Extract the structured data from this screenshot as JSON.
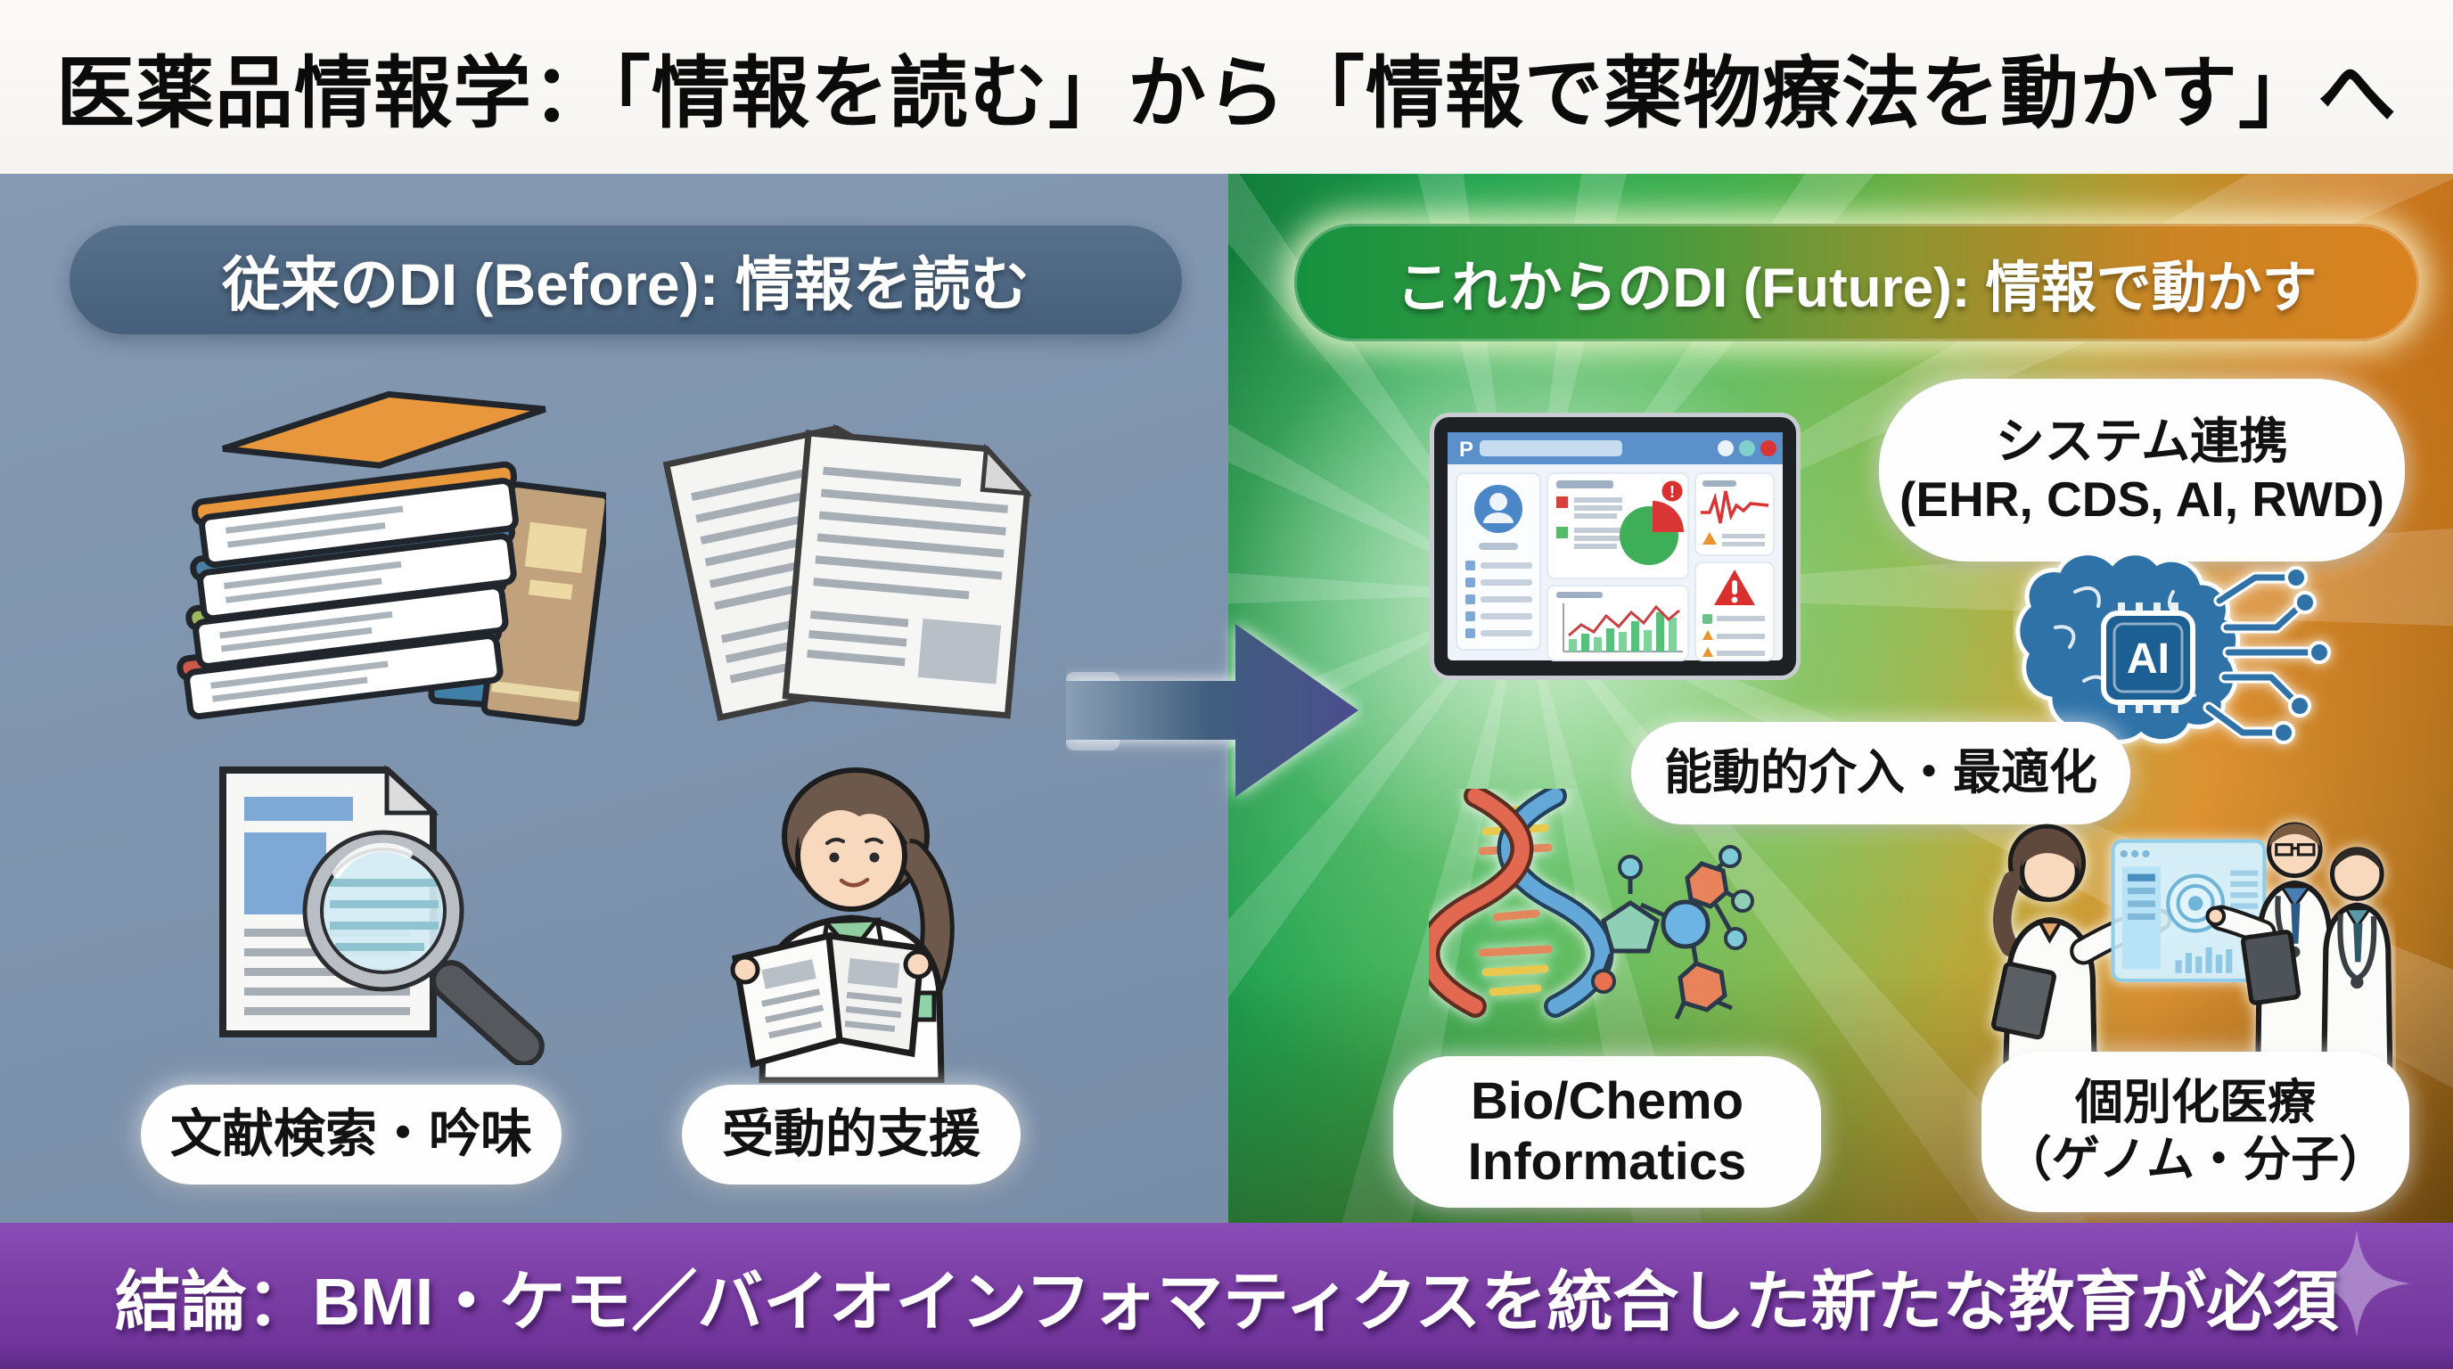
{
  "title_banner": {
    "title": "医薬品情報学：「情報を読む」から「情報で薬物療法を動かす」へ"
  },
  "left_panel": {
    "header": "従来のDI (Before): 情報を読む",
    "caption_literature": "文献検索・吟味",
    "caption_passive": "受動的支援",
    "icons": [
      "books-icon",
      "documents-icon",
      "literature-search-icon",
      "reading-pharmacist-icon"
    ]
  },
  "right_panel": {
    "header": "これからのDI (Future): 情報で動かす",
    "system_label_line1": "システム連携",
    "system_label_line2": "(EHR, CDS, AI, RWD)",
    "tablet_logo": "P",
    "ai_chip_label": "AI",
    "intervention_label": "能動的介入・最適化",
    "bioinformatics_line1": "Bio/Chemo",
    "bioinformatics_line2": "Informatics",
    "personalized_line1": "個別化医療",
    "personalized_line2": "（ゲノム・分子）",
    "icons": [
      "dashboard-tablet-icon",
      "ai-brain-circuit-icon",
      "dna-molecule-icon",
      "doctors-hologram-icon"
    ]
  },
  "footer_banner": {
    "conclusion": "結論：BMI・ケモ／バイオインフォマティクスを統合した新たな教育が必須",
    "icons": [
      "sparkle-icon"
    ]
  },
  "colors": {
    "title_bg": "#f8f6f3",
    "title_text": "#0b0b0b",
    "left_panel_bg": "#7e93ad",
    "left_header_bg": "#4d6681",
    "future_green": "#1fa24e",
    "future_orange": "#dd9232",
    "pill_bg": "#ffffff",
    "pill_text": "#121212",
    "arrow_start": "#8aa0b6",
    "arrow_mid": "#3f5d7d",
    "arrow_end": "#4b4e8e",
    "footer_bg": "#7b3fa6",
    "footer_text": "#ffffff",
    "alert_red": "#d92f2f",
    "chart_green": "#3fae58",
    "ai_blue": "#2f72a8"
  }
}
